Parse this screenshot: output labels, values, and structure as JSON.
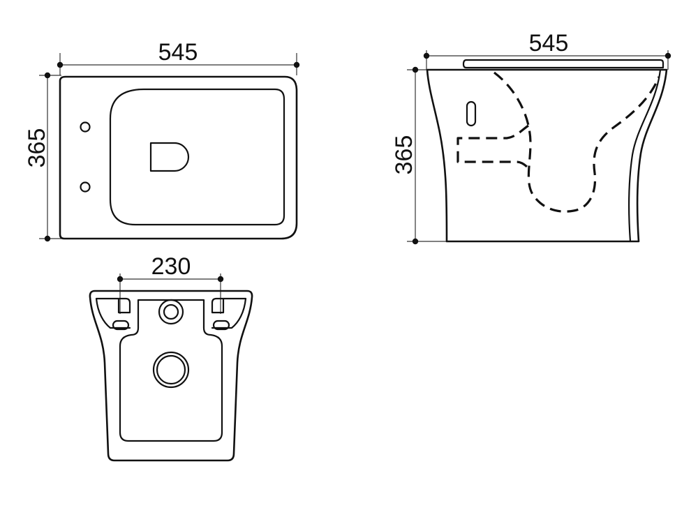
{
  "dimensions": {
    "top_view_width": "545",
    "top_view_depth": "365",
    "side_view_length": "545",
    "side_view_height": "365",
    "rear_view_bracket_spacing": "230"
  },
  "colors": {
    "line": "#111111",
    "background": "#ffffff"
  }
}
